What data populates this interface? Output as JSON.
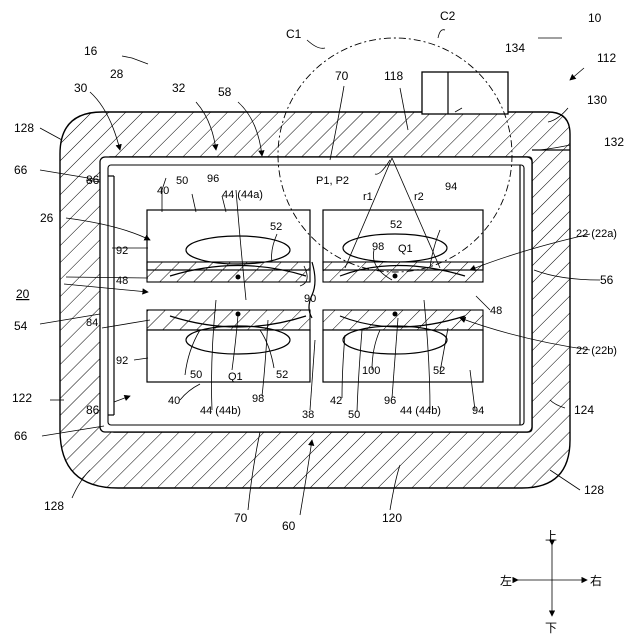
{
  "labels": {
    "n10": "10",
    "n16": "16",
    "n28": "28",
    "n30": "30",
    "n32": "32",
    "n58": "58",
    "nC1": "C1",
    "nC2": "C2",
    "n70_top": "70",
    "n118": "118",
    "n134": "134",
    "n112": "112",
    "n130": "130",
    "n132": "132",
    "n128_tl": "128",
    "n66_t": "66",
    "n86_t": "86",
    "n40_t": "40",
    "n50_t": "50",
    "n96_t": "96",
    "n44a": "44 (44a)",
    "nP1P2": "P1, P2",
    "nr1": "r1",
    "nr2": "r2",
    "n94_t": "94",
    "n52_tr": "52",
    "n98_tr": "98",
    "nQ1_tr": "Q1",
    "n22a": "22 (22a)",
    "n26": "26",
    "n92_t": "92",
    "n52_tl": "52",
    "n48_l": "48",
    "n90": "90",
    "n56": "56",
    "n20": "20",
    "n48_r": "48",
    "n54": "54",
    "n84": "84",
    "n22b": "22 (22b)",
    "n92_b": "92",
    "n50_b": "50",
    "nQ1_b": "Q1",
    "n52_b": "52",
    "n100": "100",
    "n52_br": "52",
    "n122": "122",
    "n40_b": "40",
    "n98_b": "98",
    "n38": "38",
    "n42": "42",
    "n50_br": "50",
    "n96_b": "96",
    "n44b_l": "44 (44b)",
    "n44b_r": "44 (44b)",
    "n94_b": "94",
    "n124": "124",
    "n66_b": "66",
    "n86_b": "86",
    "n128_bl": "128",
    "n70_b": "70",
    "n60": "60",
    "n120": "120",
    "n128_br": "128"
  },
  "compass": {
    "up": "上",
    "down": "下",
    "left": "左",
    "right": "右"
  }
}
